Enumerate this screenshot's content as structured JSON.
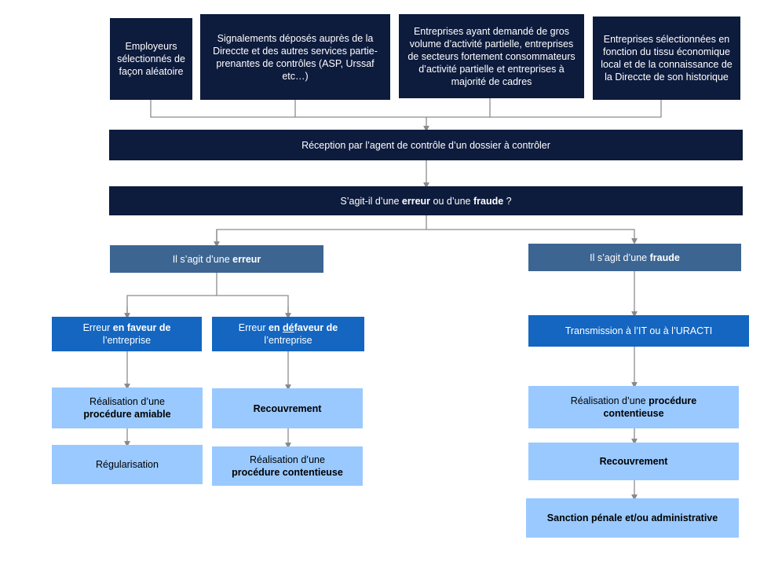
{
  "sources": [
    "Employeurs sélectionnés de façon aléatoire",
    "Signalements déposés auprès de la Direccte et des autres services partie-prenantes de contrôles (ASP, Urssaf etc…)",
    "Entreprises ayant demandé de gros volume d’activité partielle, entreprises de secteurs fortement consommateurs d’activité partielle et entreprises à majorité de cadres",
    "Entreprises sélectionnées en fonction du tissu économique local et de la connaissance de la Direccte de son historique"
  ],
  "reception": "Réception par l’agent de contrôle d’un dossier à contrôler",
  "question": {
    "pre": "S’agit-il d’une ",
    "erreur": "erreur",
    "mid": " ou d’une ",
    "fraude": "fraude",
    "post": " ?"
  },
  "erreur_branch": {
    "header_pre": "Il s’agit d’une ",
    "header_bold": "erreur",
    "favour": {
      "pre": "Erreur ",
      "bold": "en faveur de",
      "post": "l’entreprise"
    },
    "defavour": {
      "pre": "Erreur ",
      "bold_a": "en ",
      "bold_u": "dé",
      "bold_b": "faveur de",
      "post": "l’entreprise"
    },
    "amiable": {
      "pre": "Réalisation d’une",
      "bold": "procédure amiable"
    },
    "regularisation": "Régularisation",
    "recouvrement": "Recouvrement",
    "contentieuse": {
      "pre": "Réalisation d’une",
      "bold": "procédure contentieuse"
    }
  },
  "fraude_branch": {
    "header_pre": "Il s’agit d’une ",
    "header_bold": "fraude",
    "transmission": "Transmission à l’IT ou à l’URACTI",
    "contentieuse": {
      "pre": "Réalisation d’une ",
      "bold_a": "procédure",
      "bold_b": "contentieuse"
    },
    "recouvrement": "Recouvrement",
    "sanction": "Sanction pénale et/ou administrative"
  },
  "colors": {
    "dark_navy": "#0d1b3d",
    "steel_blue": "#3c6592",
    "bright_blue": "#1466c0",
    "light_blue": "#99c9ff",
    "connector": "#888888"
  }
}
